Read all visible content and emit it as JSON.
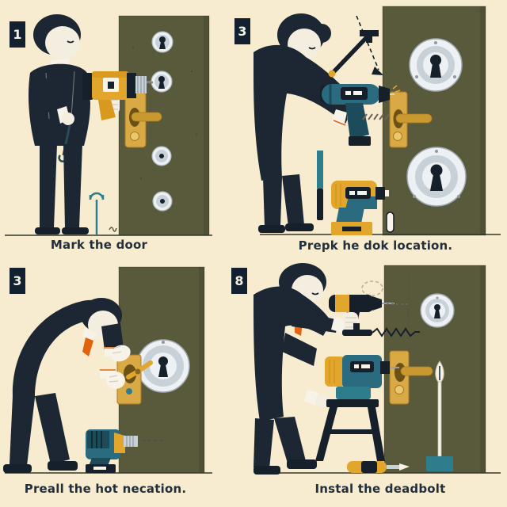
{
  "panels": [
    {
      "number": "1",
      "caption": "Mark the door"
    },
    {
      "number": "3",
      "caption": "Prepk he dok location."
    },
    {
      "number": "3",
      "caption": "Preall the hot necation."
    },
    {
      "number": "8",
      "caption": "Instal the deadbolt"
    }
  ],
  "colors": {
    "paper": "#F8ECD0",
    "badge": "#13202F",
    "ink": "#232F3B",
    "door": "#595A3C",
    "floor": "#33382B",
    "suit": "#1C2733",
    "dark": "#15202B",
    "skin": "#F3EEE0",
    "white_trim": "#F7F3E8",
    "tie": "#E2630F",
    "gold": "#D9A945",
    "gold_mid": "#C9992F",
    "gold_deep": "#6B5115",
    "gold_light": "#E9C96B",
    "silver": "#C9D1D8",
    "silver_light": "#EDF1F3",
    "steel": "#97A1A9",
    "drill_yellow": "#E3A62C",
    "yellow_deep": "#D9991F",
    "teal": "#2A6B80",
    "teal_deep": "#1C4C5C",
    "teal_bright": "#2E7D8C"
  }
}
